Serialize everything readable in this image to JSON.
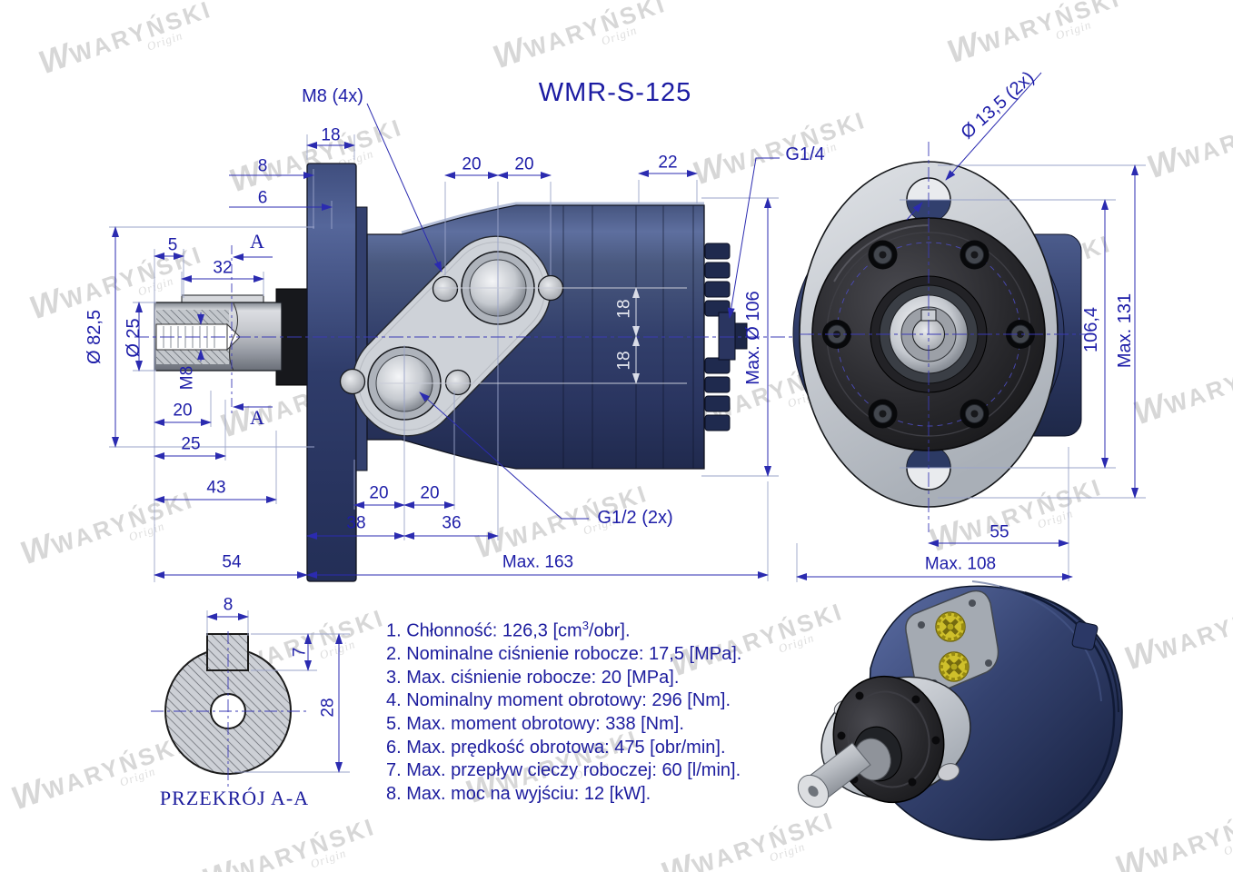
{
  "title": "WMR-S-125",
  "watermark": {
    "logo": "W",
    "brand": "WARYŃSKI",
    "sub": "Origin"
  },
  "views": {
    "side": {
      "labels": {
        "m8_4x": "M8 (4x)",
        "g14": "G1/4",
        "g12_2x": "G1/2 (2x)",
        "section_a_top": "A",
        "section_a_bottom": "A"
      },
      "dims": {
        "d18": "18",
        "d8": "8",
        "d6": "6",
        "d20a": "20",
        "d20b": "20",
        "d22": "22",
        "phi825": "Ø 82,5",
        "d5": "5",
        "d32": "32",
        "phi25": "Ø 25",
        "m8": "M8",
        "d20c": "20",
        "d25": "25",
        "d43": "43",
        "d54": "54",
        "d20d": "20",
        "d20e": "20",
        "d38": "38",
        "d36": "36",
        "max163": "Max. 163",
        "d18v1": "18",
        "d18v2": "18",
        "maxphi106": "Max. Ø 106"
      }
    },
    "front": {
      "labels": {
        "phi135": "Ø 13,5 (2x)"
      },
      "dims": {
        "d1064": "106,4",
        "max131": "Max. 131",
        "d55": "55",
        "max108": "Max. 108"
      }
    },
    "section": {
      "label": "PRZEKRÓJ A-A",
      "dims": {
        "d8": "8",
        "d7": "7",
        "d28": "28"
      }
    }
  },
  "specs": {
    "lines": [
      {
        "pre": "1. Chłonność: 126,3 [cm",
        "sup": "3",
        "post": "/obr]."
      },
      {
        "pre": "2. Nominalne ciśnienie robocze: 17,5 [MPa]."
      },
      {
        "pre": "3. Max. ciśnienie robocze: 20 [MPa]."
      },
      {
        "pre": "4. Nominalny moment obrotowy: 296 [Nm]."
      },
      {
        "pre": "5. Max. moment obrotowy: 338 [Nm]."
      },
      {
        "pre": "6. Max. prędkość obrotowa: 475 [obr/min]."
      },
      {
        "pre": "7. Max. przepływ cieczy roboczej: 60 [l/min]."
      },
      {
        "pre": "8. Max. moc na wyjściu: 12 [kW]."
      }
    ]
  }
}
